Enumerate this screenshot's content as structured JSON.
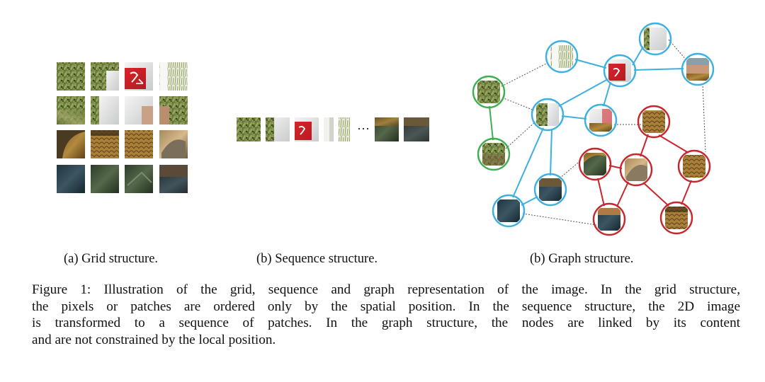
{
  "subcaptions": {
    "grid": "(a) Grid structure.",
    "sequence": "(b) Sequence structure.",
    "graph": "(b) Graph structure."
  },
  "sequence_ellipsis": "···",
  "caption_lines": [
    "Figure 1: Illustration of the grid, sequence and graph representation of the image. In the grid structure,",
    "the pixels or patches are ordered only by the spatial position. In the sequence structure, the 2D image",
    "is transformed to a sequence of patches. In the graph structure, the nodes are linked by its content",
    "and are not constrained by the local position."
  ],
  "colors": {
    "blue_group": "#3db0e0",
    "green_group": "#3fae4f",
    "red_group": "#c8262d",
    "dotted_edge": "#555555"
  }
}
